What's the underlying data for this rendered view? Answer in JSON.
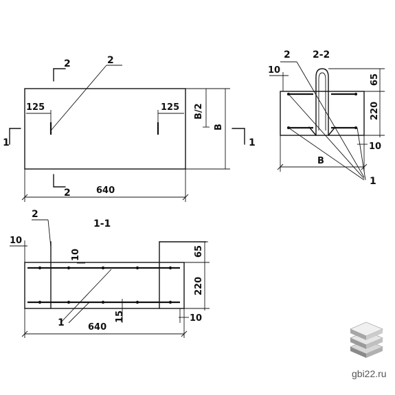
{
  "sections": {
    "s22": "2-2",
    "s11": "1-1"
  },
  "plan": {
    "width": "640",
    "half_b": "B/2",
    "b": "B",
    "offset_left": "125",
    "offset_right": "125",
    "cut2_top": "2",
    "cut2_bottom": "2",
    "cut1_left": "1",
    "cut1_right": "1",
    "callout_2": "2"
  },
  "section22": {
    "top": "65",
    "height": "220",
    "side": "10",
    "bottom": "10",
    "width": "B",
    "callout_2": "2",
    "callout_1": "1"
  },
  "section11": {
    "top": "65",
    "height": "220",
    "left_edge": "10",
    "bar_gap": "10",
    "cover": "15",
    "bottom_right": "10",
    "width": "640",
    "callout_2": "2",
    "callout_1": "1"
  },
  "watermark": {
    "site": "gbi22.ru"
  },
  "colors": {
    "ink": "#111111",
    "logo_light": "#d8d8d8",
    "logo_dark": "#8a8a8a"
  }
}
